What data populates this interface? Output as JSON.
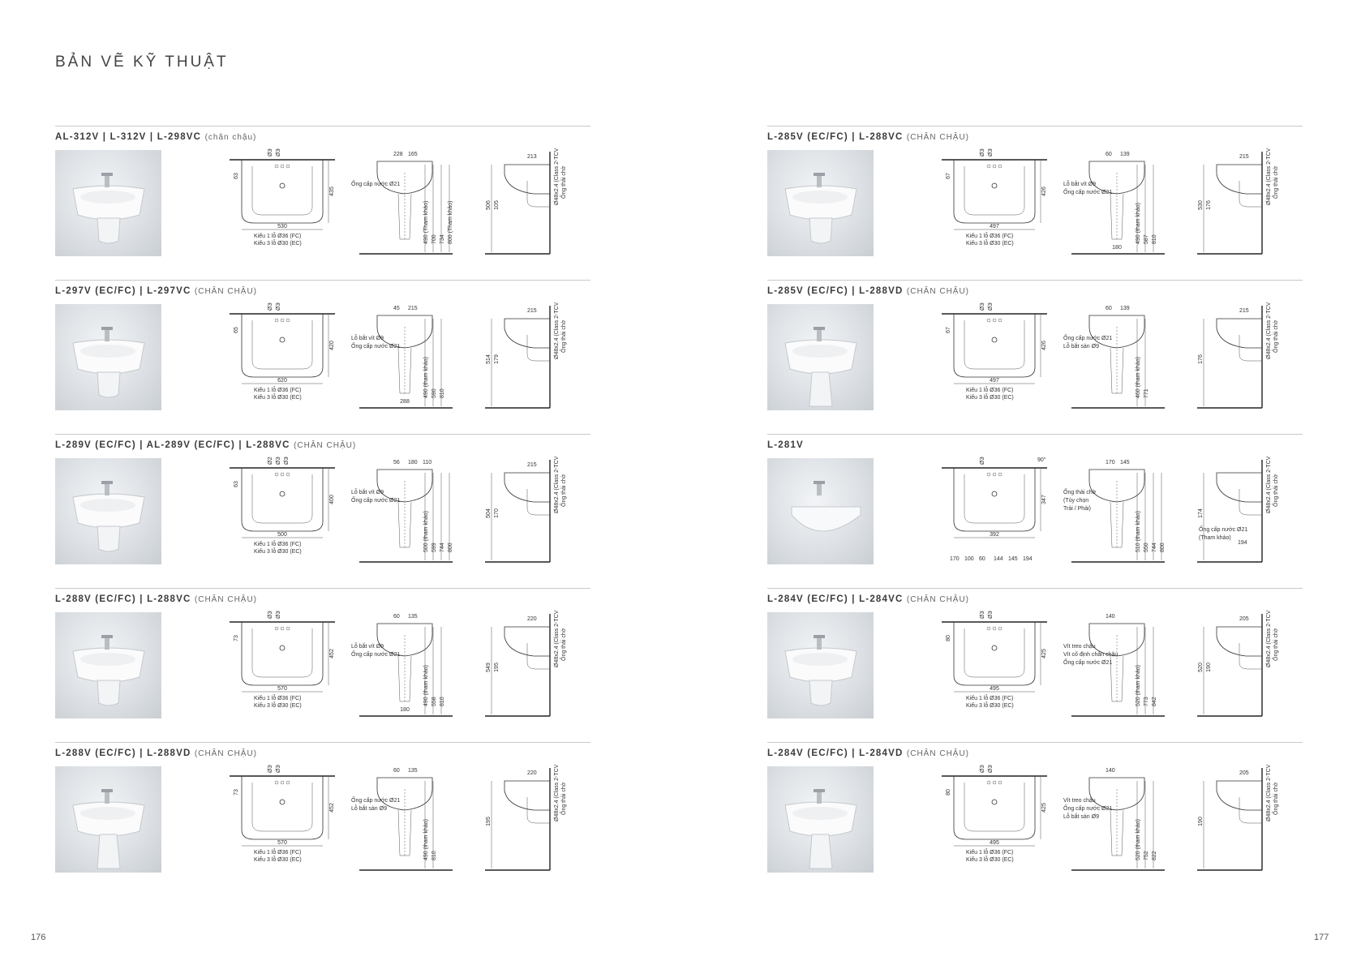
{
  "page": {
    "title": "BẢN VẼ KỸ THUẬT",
    "left_page_number": "176",
    "right_page_number": "177"
  },
  "left_sections": [
    {
      "title": "AL-312V | L-312V | L-298VC",
      "note": "(chân chậu)",
      "plan": {
        "width": "530",
        "depth": "435",
        "holes": [
          "Ø36",
          "Ø30"
        ],
        "offset": "63",
        "caption_fc": "Kiểu 1 lỗ Ø36 (FC)",
        "caption_ec": "Kiểu 3 lỗ Ø30 (EC)"
      },
      "front": {
        "top_dims": [
          "228",
          "165"
        ],
        "labels": [
          "Ống cấp nước Ø21"
        ],
        "vertical_dims": [
          "490 (Tham khảo)",
          "700",
          "734",
          "800 (Tham khảo)"
        ]
      },
      "side": {
        "top_dim": "213",
        "vertical_dims": [
          "506",
          "105"
        ],
        "pipe": "Ø48x2.4 (Class 2-TCVN)",
        "pipe_label": "Ống thải chờ"
      }
    },
    {
      "title": "L-297V (EC/FC) | L-297VC",
      "note": "(CHÂN CHẬU)",
      "plan": {
        "width": "620",
        "depth": "420",
        "holes": [
          "Ø36",
          "Ø30"
        ],
        "offset": "65",
        "caption_fc": "Kiểu 1 lỗ Ø36 (FC)",
        "caption_ec": "Kiểu 3 lỗ Ø30 (EC)"
      },
      "front": {
        "top_dims": [
          "45",
          "215"
        ],
        "labels": [
          "Lỗ bắt vít Ø9",
          "Ống cấp nước Ø21"
        ],
        "bottom_dim": "288",
        "vertical_dims": [
          "490 (tham khảo)",
          "590",
          "810"
        ]
      },
      "side": {
        "top_dim": "215",
        "vertical_dims": [
          "514",
          "179"
        ],
        "pipe": "Ø48x2.4 (Class 2-TCVN)",
        "pipe_label": "Ống thải chờ"
      }
    },
    {
      "title": "L-289V (EC/FC) | AL-289V (EC/FC) | L-288VC",
      "note": "(CHÂN CHẬU)",
      "plan": {
        "width": "500",
        "depth": "400",
        "holes": [
          "Ø25",
          "Ø36",
          "Ø30"
        ],
        "offset": "63",
        "caption_fc": "Kiểu 1 lỗ Ø36 (FC)",
        "caption_ec": "Kiểu 3 lỗ Ø30 (EC)"
      },
      "front": {
        "top_dims": [
          "56",
          "180",
          "110"
        ],
        "labels": [
          "Lỗ bắt vít Ø9",
          "Ống cấp nước Ø21"
        ],
        "vertical_dims": [
          "500 (tham khảo)",
          "599",
          "744",
          "800"
        ]
      },
      "side": {
        "top_dim": "215",
        "vertical_dims": [
          "504",
          "170"
        ],
        "pipe": "Ø48x2.4 (Class 2-TCVN)",
        "pipe_label": "Ống thải chờ"
      }
    },
    {
      "title": "L-288V (EC/FC) | L-288VC",
      "note": "(CHÂN CHẬU)",
      "plan": {
        "width": "570",
        "depth": "452",
        "holes": [
          "Ø36",
          "Ø30"
        ],
        "offset": "73",
        "caption_fc": "Kiểu 1 lỗ Ø36 (FC)",
        "caption_ec": "Kiểu 3 lỗ Ø30 (EC)"
      },
      "front": {
        "top_dims": [
          "60",
          "135"
        ],
        "labels": [
          "Lỗ bắt vít Ø9",
          "Ống cấp nước Ø21"
        ],
        "bottom_dim": "180",
        "vertical_dims": [
          "490 (tham khảo)",
          "558",
          "810"
        ]
      },
      "side": {
        "top_dim": "220",
        "vertical_dims": [
          "549",
          "195"
        ],
        "pipe": "Ø48x2.4 (Class 2-TCVN)",
        "pipe_label": "Ống thải chờ"
      }
    },
    {
      "title": "L-288V (EC/FC) | L-288VD",
      "note": "(CHÂN CHẬU)",
      "plan": {
        "width": "570",
        "depth": "452",
        "holes": [
          "Ø36",
          "Ø30"
        ],
        "offset": "73",
        "caption_fc": "Kiểu 1 lỗ Ø36 (FC)",
        "caption_ec": "Kiểu 3 lỗ Ø30 (EC)"
      },
      "front": {
        "top_dims": [
          "60",
          "135"
        ],
        "labels": [
          "Ống cấp nước Ø21",
          "Lỗ bắt sàn Ø9"
        ],
        "vertical_dims": [
          "490 (tham khảo)",
          "810"
        ]
      },
      "side": {
        "top_dim": "220",
        "vertical_dims": [
          "195"
        ],
        "pipe": "Ø48x2.4 (Class 2-TCVN)",
        "pipe_label": "Ống thải chờ"
      }
    }
  ],
  "right_sections": [
    {
      "title": "L-285V (EC/FC) | L-288VC",
      "note": "(CHÂN CHẬU)",
      "plan": {
        "width": "497",
        "depth": "426",
        "holes": [
          "Ø36",
          "Ø30"
        ],
        "offset": "67",
        "caption_fc": "Kiểu 1 lỗ Ø36 (FC)",
        "caption_ec": "Kiểu 3 lỗ Ø30 (EC)"
      },
      "front": {
        "top_dims": [
          "60",
          "139"
        ],
        "labels": [
          "Lỗ bắt vít Ø9",
          "Ống cấp nước Ø21"
        ],
        "bottom_dim": "180",
        "vertical_dims": [
          "490 (tham khảo)",
          "587",
          "810"
        ]
      },
      "side": {
        "top_dim": "215",
        "vertical_dims": [
          "530",
          "176"
        ],
        "pipe": "Ø48x2.4 (Class 2-TCVN)",
        "pipe_label": "Ống thải chờ"
      }
    },
    {
      "title": "L-285V (EC/FC) | L-288VD",
      "note": "(CHÂN CHẬU)",
      "plan": {
        "width": "497",
        "depth": "426",
        "holes": [
          "Ø36",
          "Ø30"
        ],
        "offset": "67",
        "caption_fc": "Kiểu 1 lỗ Ø36 (FC)",
        "caption_ec": "Kiểu 3 lỗ Ø30 (EC)"
      },
      "front": {
        "top_dims": [
          "60",
          "139"
        ],
        "labels": [
          "Ống cấp nước Ø21",
          "Lỗ bắt sàn Ø9"
        ],
        "vertical_dims": [
          "460 (tham khảo)",
          "771"
        ]
      },
      "side": {
        "top_dim": "215",
        "vertical_dims": [
          "176"
        ],
        "pipe": "Ø48x2.4 (Class 2-TCVN)",
        "pipe_label": "Ống thải chờ"
      }
    },
    {
      "title": "L-281V",
      "note": "",
      "plan": {
        "width": "392",
        "depth": "347",
        "holes": [
          "Ø36"
        ],
        "dims": [
          "170",
          "100",
          "60",
          "144",
          "145",
          "194"
        ],
        "angle": "90°"
      },
      "front": {
        "top_dims": [
          "170",
          "145"
        ],
        "labels": [
          "Ống thải chờ",
          "(Tùy chọn",
          "Trái / Phải)"
        ],
        "vertical_dims": [
          "510 (tham khảo)",
          "550",
          "744",
          "800"
        ]
      },
      "side": {
        "top_dim": "",
        "vertical_dims": [
          "174"
        ],
        "labels": [
          "Ống cấp nước Ø21",
          "(Tham khảo)"
        ],
        "bottom_dim": "194",
        "pipe": "Ø48x2.4 (Class 2-TCVN)",
        "pipe_label": "Ống thải chờ"
      }
    },
    {
      "title": "L-284V (EC/FC) | L-284VC",
      "note": "(CHÂN CHẬU)",
      "plan": {
        "width": "495",
        "depth": "425",
        "holes": [
          "Ø36",
          "Ø30"
        ],
        "offset": "80",
        "caption_fc": "Kiểu 1 lỗ Ø36 (FC)",
        "caption_ec": "Kiểu 3 lỗ Ø30 (EC)"
      },
      "front": {
        "top_dims": [
          "140"
        ],
        "labels": [
          "Vít treo chậu",
          "Vít cố định chân chậu",
          "Ống cấp nước Ø21"
        ],
        "vertical_dims": [
          "520 (tham khảo)",
          "773",
          "842"
        ]
      },
      "side": {
        "top_dim": "205",
        "vertical_dims": [
          "520",
          "190"
        ],
        "pipe": "Ø48x2.4 (Class 2-TCVN)",
        "pipe_label": "Ống thải chờ"
      }
    },
    {
      "title": "L-284V (EC/FC) | L-284VD",
      "note": "(CHÂN CHẬU)",
      "plan": {
        "width": "495",
        "depth": "425",
        "holes": [
          "Ø36",
          "Ø30"
        ],
        "offset": "80",
        "caption_fc": "Kiểu 1 lỗ Ø36 (FC)",
        "caption_ec": "Kiểu 3 lỗ Ø30 (EC)"
      },
      "front": {
        "top_dims": [
          "140"
        ],
        "labels": [
          "Vít treo chậu",
          "Ống cấp nước Ø21",
          "Lỗ bắt sàn Ø9"
        ],
        "vertical_dims": [
          "520 (tham khảo)",
          "752",
          "822"
        ]
      },
      "side": {
        "top_dim": "205",
        "vertical_dims": [
          "190"
        ],
        "pipe": "Ø48x2.4 (Class 2-TCVN)",
        "pipe_label": "Ống thải chờ"
      }
    }
  ]
}
